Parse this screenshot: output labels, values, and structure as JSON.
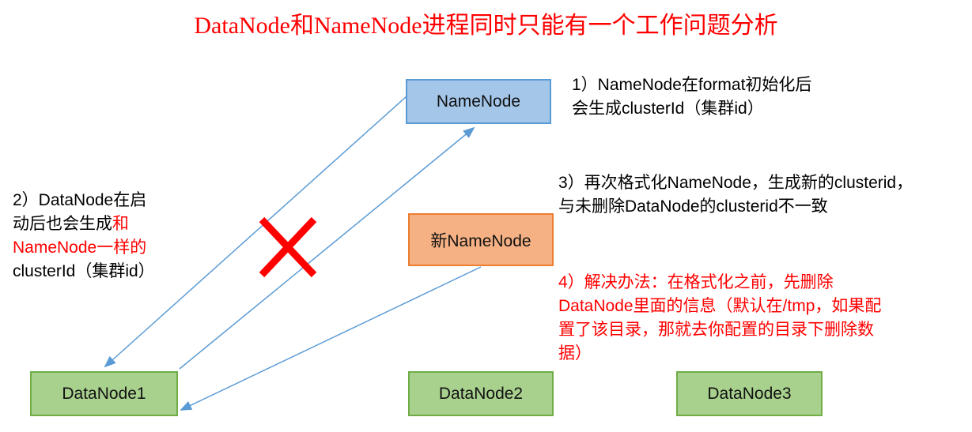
{
  "title": "DataNode和NameNode进程同时只能有一个工作问题分析",
  "nodes": {
    "namenode": {
      "label": "NameNode"
    },
    "new_namenode": {
      "label": "新NameNode"
    },
    "datanode1": {
      "label": "DataNode1"
    },
    "datanode2": {
      "label": "DataNode2"
    },
    "datanode3": {
      "label": "DataNode3"
    }
  },
  "annotations": {
    "note1": {
      "lines": [
        "1）NameNode在format初始化后",
        "会生成clusterId（集群id）"
      ]
    },
    "note2": {
      "line1": "2）DataNode在启",
      "line2_black": "动后也会生成",
      "line2_red": "和",
      "line3_red": "NameNode一样的",
      "line4": "clusterId（集群id）"
    },
    "note3": {
      "lines": [
        "3）再次格式化NameNode，生成新的clusterid，",
        "与未删除DataNode的clusterid不一致"
      ]
    },
    "note4": {
      "lines": [
        "4）解决办法：在格式化之前，先删除",
        "DataNode里面的信息（默认在/tmp，如果配",
        "置了该目录，那就去你配置的目录下删除数",
        "据）"
      ]
    }
  },
  "connectors": {
    "namenode_to_datanode1": "arrow from NameNode left corner to DataNode1 top",
    "datanode1_to_namenode": "arrow from DataNode1 top-right corner to NameNode bottom",
    "new_namenode_to_datanode1": "arrow from 新NameNode bottom to DataNode1 right edge",
    "blocked_marker": "red X over NameNode–DataNode1 links"
  },
  "colors": {
    "title_red": "#ff0000",
    "x_mark_red": "#ff0000",
    "connector_blue": "#5b9bd5",
    "namenode_fill": "#a3c6e9",
    "namenode_border": "#5b9bd5",
    "new_namenode_fill": "#f5b183",
    "new_namenode_border": "#ed7d31",
    "datanode_fill": "#a9d18e",
    "datanode_border": "#70ad47",
    "text_black": "#000000",
    "background": "#ffffff"
  }
}
